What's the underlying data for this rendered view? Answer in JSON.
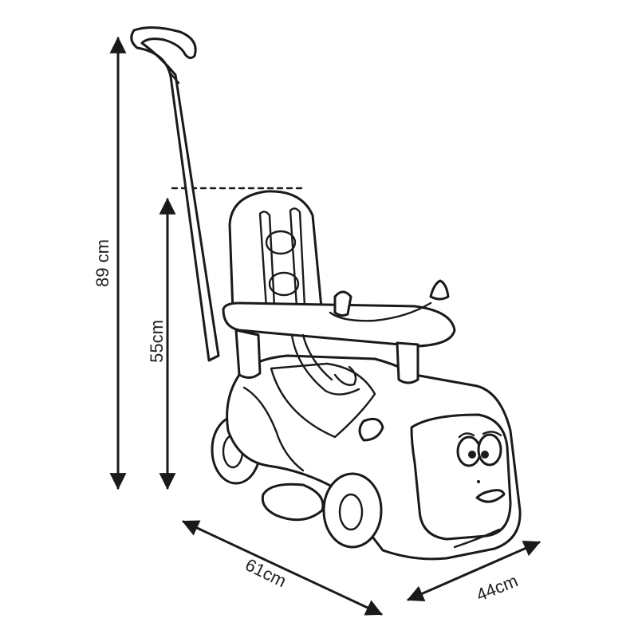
{
  "dimensions": {
    "total_height": "89 cm",
    "seat_height": "55cm",
    "length": "61cm",
    "width": "44cm"
  },
  "colors": {
    "line": "#1a1a1a",
    "background": "#ffffff"
  }
}
